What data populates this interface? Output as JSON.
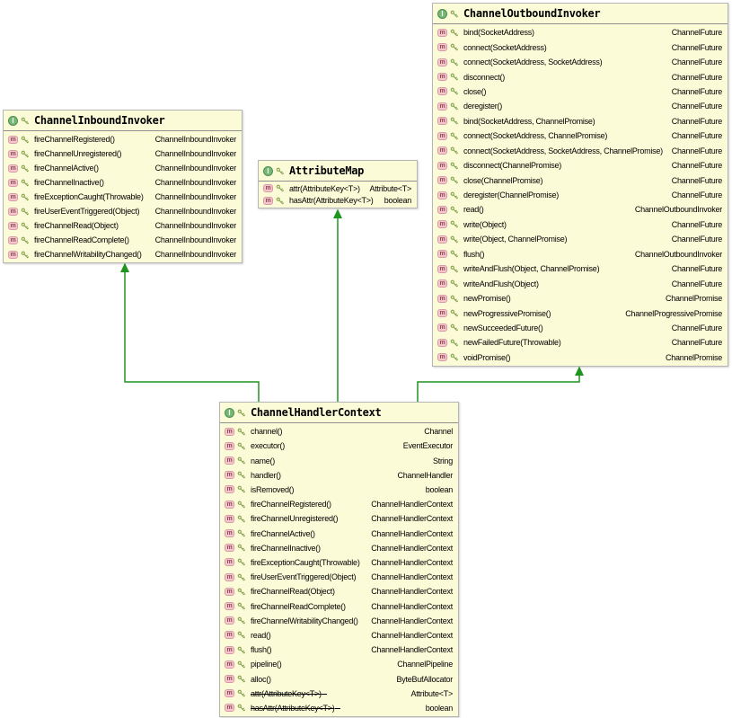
{
  "theme": {
    "canvas_bg": "#ffffff",
    "node_fill": "#fcfbd8",
    "node_border": "#b5b5b5",
    "header_separator": "#8f8f8f",
    "text_color": "#000000",
    "arrow_color": "#1f941f",
    "interface_icon_bg": "#74b874",
    "interface_icon_border": "#4f8f4f",
    "method_icon_bg": "#f6c6cd",
    "method_icon_border": "#d99aa6",
    "method_icon_fg": "#8d4752",
    "key_icon_color": "#8aa653"
  },
  "icons": {
    "interface_badge": "I",
    "method_badge": "m"
  },
  "relations": [
    {
      "from": "ChannelHandlerContext",
      "to": "ChannelInboundInvoker",
      "type": "extends"
    },
    {
      "from": "ChannelHandlerContext",
      "to": "AttributeMap",
      "type": "extends"
    },
    {
      "from": "ChannelHandlerContext",
      "to": "ChannelOutboundInvoker",
      "type": "extends"
    }
  ],
  "classes": [
    {
      "title": "ChannelOutboundInvoker",
      "kind": "interface",
      "methods": [
        {
          "name": "bind(SocketAddress)",
          "returns": "ChannelFuture"
        },
        {
          "name": "connect(SocketAddress)",
          "returns": "ChannelFuture"
        },
        {
          "name": "connect(SocketAddress, SocketAddress)",
          "returns": "ChannelFuture"
        },
        {
          "name": "disconnect()",
          "returns": "ChannelFuture"
        },
        {
          "name": "close()",
          "returns": "ChannelFuture"
        },
        {
          "name": "deregister()",
          "returns": "ChannelFuture"
        },
        {
          "name": "bind(SocketAddress, ChannelPromise)",
          "returns": "ChannelFuture"
        },
        {
          "name": "connect(SocketAddress, ChannelPromise)",
          "returns": "ChannelFuture"
        },
        {
          "name": "connect(SocketAddress, SocketAddress, ChannelPromise)",
          "returns": "ChannelFuture"
        },
        {
          "name": "disconnect(ChannelPromise)",
          "returns": "ChannelFuture"
        },
        {
          "name": "close(ChannelPromise)",
          "returns": "ChannelFuture"
        },
        {
          "name": "deregister(ChannelPromise)",
          "returns": "ChannelFuture"
        },
        {
          "name": "read()",
          "returns": "ChannelOutboundInvoker"
        },
        {
          "name": "write(Object)",
          "returns": "ChannelFuture"
        },
        {
          "name": "write(Object, ChannelPromise)",
          "returns": "ChannelFuture"
        },
        {
          "name": "flush()",
          "returns": "ChannelOutboundInvoker"
        },
        {
          "name": "writeAndFlush(Object, ChannelPromise)",
          "returns": "ChannelFuture"
        },
        {
          "name": "writeAndFlush(Object)",
          "returns": "ChannelFuture"
        },
        {
          "name": "newPromise()",
          "returns": "ChannelPromise"
        },
        {
          "name": "newProgressivePromise()",
          "returns": "ChannelProgressivePromise"
        },
        {
          "name": "newSucceededFuture()",
          "returns": "ChannelFuture"
        },
        {
          "name": "newFailedFuture(Throwable)",
          "returns": "ChannelFuture"
        },
        {
          "name": "voidPromise()",
          "returns": "ChannelPromise"
        }
      ]
    },
    {
      "title": "ChannelInboundInvoker",
      "kind": "interface",
      "methods": [
        {
          "name": "fireChannelRegistered()",
          "returns": "ChannelInboundInvoker"
        },
        {
          "name": "fireChannelUnregistered()",
          "returns": "ChannelInboundInvoker"
        },
        {
          "name": "fireChannelActive()",
          "returns": "ChannelInboundInvoker"
        },
        {
          "name": "fireChannelInactive()",
          "returns": "ChannelInboundInvoker"
        },
        {
          "name": "fireExceptionCaught(Throwable)",
          "returns": "ChannelInboundInvoker"
        },
        {
          "name": "fireUserEventTriggered(Object)",
          "returns": "ChannelInboundInvoker"
        },
        {
          "name": "fireChannelRead(Object)",
          "returns": "ChannelInboundInvoker"
        },
        {
          "name": "fireChannelReadComplete()",
          "returns": "ChannelInboundInvoker"
        },
        {
          "name": "fireChannelWritabilityChanged()",
          "returns": "ChannelInboundInvoker"
        }
      ]
    },
    {
      "title": "AttributeMap",
      "kind": "interface",
      "methods": [
        {
          "name": "attr(AttributeKey<T>)",
          "returns": "Attribute<T>"
        },
        {
          "name": "hasAttr(AttributeKey<T>)",
          "returns": "boolean"
        }
      ]
    },
    {
      "title": "ChannelHandlerContext",
      "kind": "interface",
      "methods": [
        {
          "name": "channel()",
          "returns": "Channel"
        },
        {
          "name": "executor()",
          "returns": "EventExecutor"
        },
        {
          "name": "name()",
          "returns": "String"
        },
        {
          "name": "handler()",
          "returns": "ChannelHandler"
        },
        {
          "name": "isRemoved()",
          "returns": "boolean"
        },
        {
          "name": "fireChannelRegistered()",
          "returns": "ChannelHandlerContext"
        },
        {
          "name": "fireChannelUnregistered()",
          "returns": "ChannelHandlerContext"
        },
        {
          "name": "fireChannelActive()",
          "returns": "ChannelHandlerContext"
        },
        {
          "name": "fireChannelInactive()",
          "returns": "ChannelHandlerContext"
        },
        {
          "name": "fireExceptionCaught(Throwable)",
          "returns": "ChannelHandlerContext"
        },
        {
          "name": "fireUserEventTriggered(Object)",
          "returns": "ChannelHandlerContext"
        },
        {
          "name": "fireChannelRead(Object)",
          "returns": "ChannelHandlerContext"
        },
        {
          "name": "fireChannelReadComplete()",
          "returns": "ChannelHandlerContext"
        },
        {
          "name": "fireChannelWritabilityChanged()",
          "returns": "ChannelHandlerContext"
        },
        {
          "name": "read()",
          "returns": "ChannelHandlerContext"
        },
        {
          "name": "flush()",
          "returns": "ChannelHandlerContext"
        },
        {
          "name": "pipeline()",
          "returns": "ChannelPipeline"
        },
        {
          "name": "alloc()",
          "returns": "ByteBufAllocator"
        },
        {
          "name": "attr(AttributeKey<T>)",
          "returns": "Attribute<T>",
          "deprecated": true
        },
        {
          "name": "hasAttr(AttributeKey<T>)",
          "returns": "boolean",
          "deprecated": true
        }
      ]
    }
  ]
}
